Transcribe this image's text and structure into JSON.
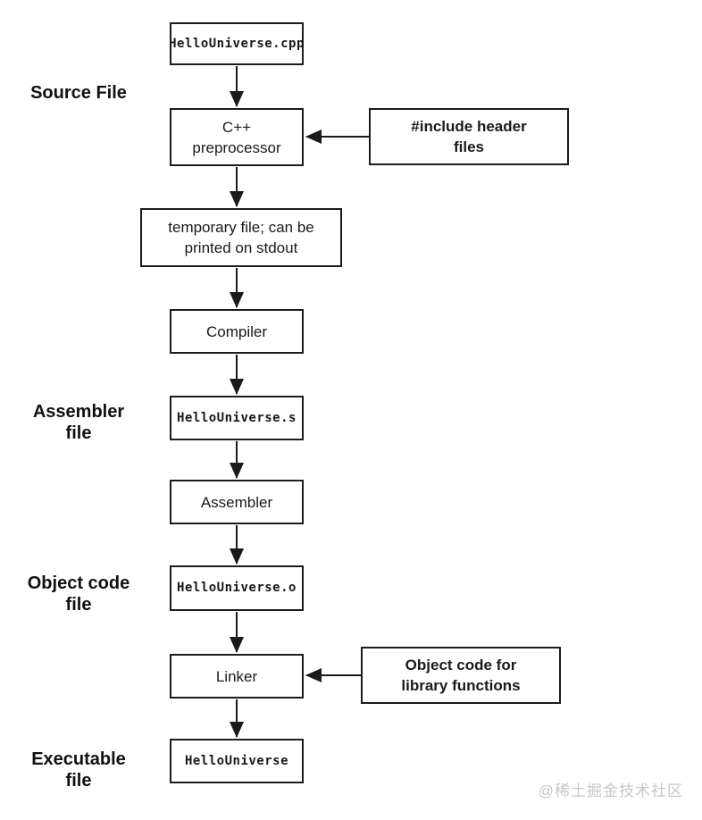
{
  "diagram": {
    "nodes": [
      {
        "label": "HelloUniverse.cpp",
        "kind": "file"
      },
      {
        "label": "C++\npreprocessor",
        "kind": "process"
      },
      {
        "label": "temporary file; can be\nprinted on stdout",
        "kind": "process"
      },
      {
        "label": "Compiler",
        "kind": "process"
      },
      {
        "label": "HelloUniverse.s",
        "kind": "file"
      },
      {
        "label": "Assembler",
        "kind": "process"
      },
      {
        "label": "HelloUniverse.o",
        "kind": "file"
      },
      {
        "label": "Linker",
        "kind": "process"
      },
      {
        "label": "HelloUniverse",
        "kind": "file"
      }
    ],
    "side_labels": [
      {
        "label": "Source File"
      },
      {
        "label": "Assembler\nfile"
      },
      {
        "label": "Object code\nfile"
      },
      {
        "label": "Executable\nfile"
      }
    ],
    "annotations": [
      {
        "label": "#include header\nfiles"
      },
      {
        "label": "Object code for\nlibrary functions"
      }
    ],
    "watermark": "@稀土掘金技术社区",
    "colors": {
      "line": "#1a1a1a",
      "box_border": "#1c1c1c",
      "background": "#ffffff",
      "watermark_gray": "#c6c6c6"
    }
  }
}
